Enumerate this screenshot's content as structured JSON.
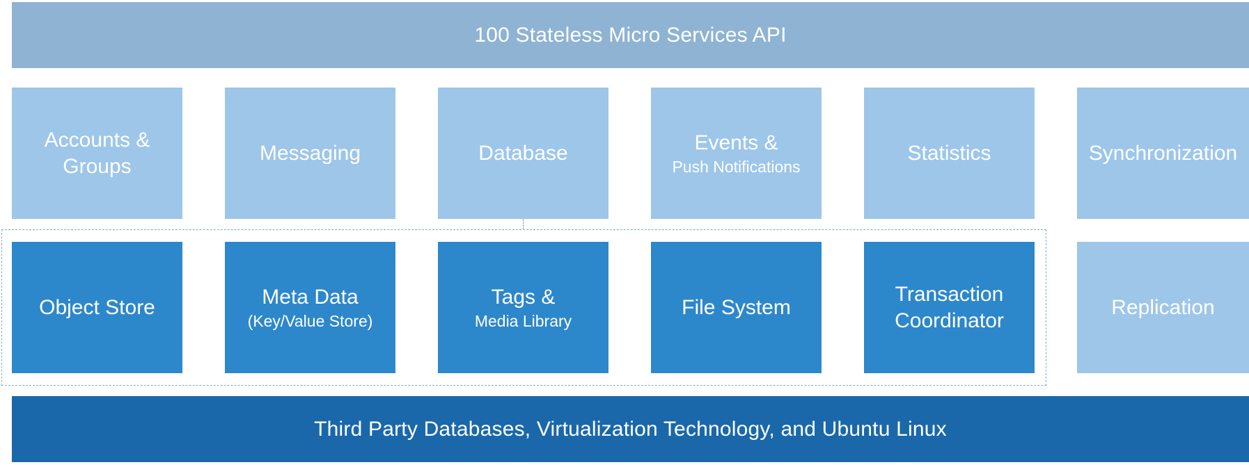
{
  "api_bar": {
    "label": "100 Stateless Micro Services API"
  },
  "services": [
    {
      "label": "Accounts &\nGroups",
      "sub": ""
    },
    {
      "label": "Messaging",
      "sub": ""
    },
    {
      "label": "Database",
      "sub": ""
    },
    {
      "label": "Events &",
      "sub": "Push Notifications"
    },
    {
      "label": "Statistics",
      "sub": ""
    },
    {
      "label": "Synchronization",
      "sub": ""
    }
  ],
  "storage": [
    {
      "label": "Object Store",
      "sub": ""
    },
    {
      "label": "Meta Data",
      "sub": "(Key/Value Store)"
    },
    {
      "label": "Tags &",
      "sub": "Media Library"
    },
    {
      "label": "File System",
      "sub": ""
    },
    {
      "label": "Transaction\nCoordinator",
      "sub": ""
    },
    {
      "label": "Replication",
      "sub": ""
    }
  ],
  "foundation_bar": {
    "label": "Third Party Databases, Virtualization Technology, and Ubuntu Linux"
  },
  "colors": {
    "api_bar": "#8eb3d3",
    "service_block": "#9dc6e9",
    "storage_block": "#2d87cb",
    "foundation_bar": "#1a68aa",
    "text": "#ffffff",
    "dashed_outline": "#7fa9c8"
  }
}
